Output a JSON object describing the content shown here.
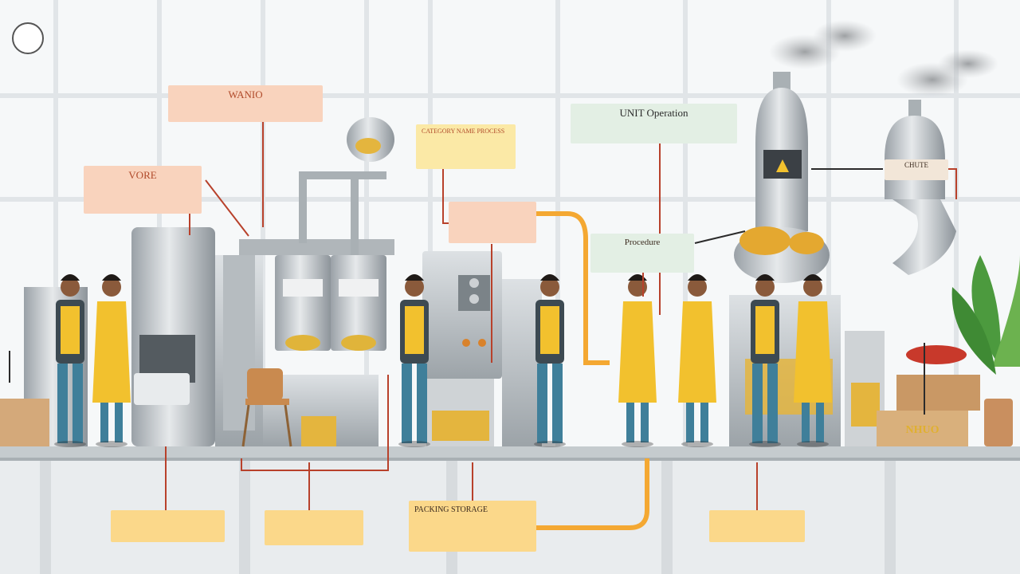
{
  "logo": {
    "name": "seal-logo",
    "text": ""
  },
  "callouts": {
    "wanio": {
      "title": "WANIO",
      "body": "",
      "bg": "#f9d3bd"
    },
    "vore": {
      "title": "VORE",
      "body": "",
      "bg": "#f9d3bd"
    },
    "category": {
      "title": "CATEGORY NAME PROCESS",
      "body": "",
      "bg": "#fbe9a6"
    },
    "process": {
      "title": "",
      "body": "",
      "bg": "#f9d3bd"
    },
    "unit_operation": {
      "title": "UNIT Operation",
      "body": "",
      "bg": "#e3efe4"
    },
    "procedure": {
      "title": "Procedure",
      "body": "",
      "bg": "#e3efe4"
    },
    "chute": {
      "title": "CHUTE",
      "body": "",
      "bg": "#f2e6d8"
    },
    "bottom1": {
      "title": "",
      "body": "",
      "bg": "#fbd88a"
    },
    "bottom2": {
      "title": "",
      "body": "",
      "bg": "#fbd88a"
    },
    "bottom3": {
      "title": "PACKING STORAGE",
      "body": "",
      "bg": "#fbd88a"
    },
    "bottom4": {
      "title": "",
      "body": "",
      "bg": "#fbd88a"
    },
    "left_small": {
      "title": "",
      "body": "",
      "bg": "transparent"
    }
  },
  "crate": {
    "label": "NHUO"
  },
  "colors": {
    "accent_orange": "#f4a832",
    "arrow_red": "#b8412b",
    "floor": "#c5cbce",
    "steel": "#c9cdd1",
    "worker_apron": "#f2c12e",
    "worker_pants": "#3f7f9a"
  }
}
